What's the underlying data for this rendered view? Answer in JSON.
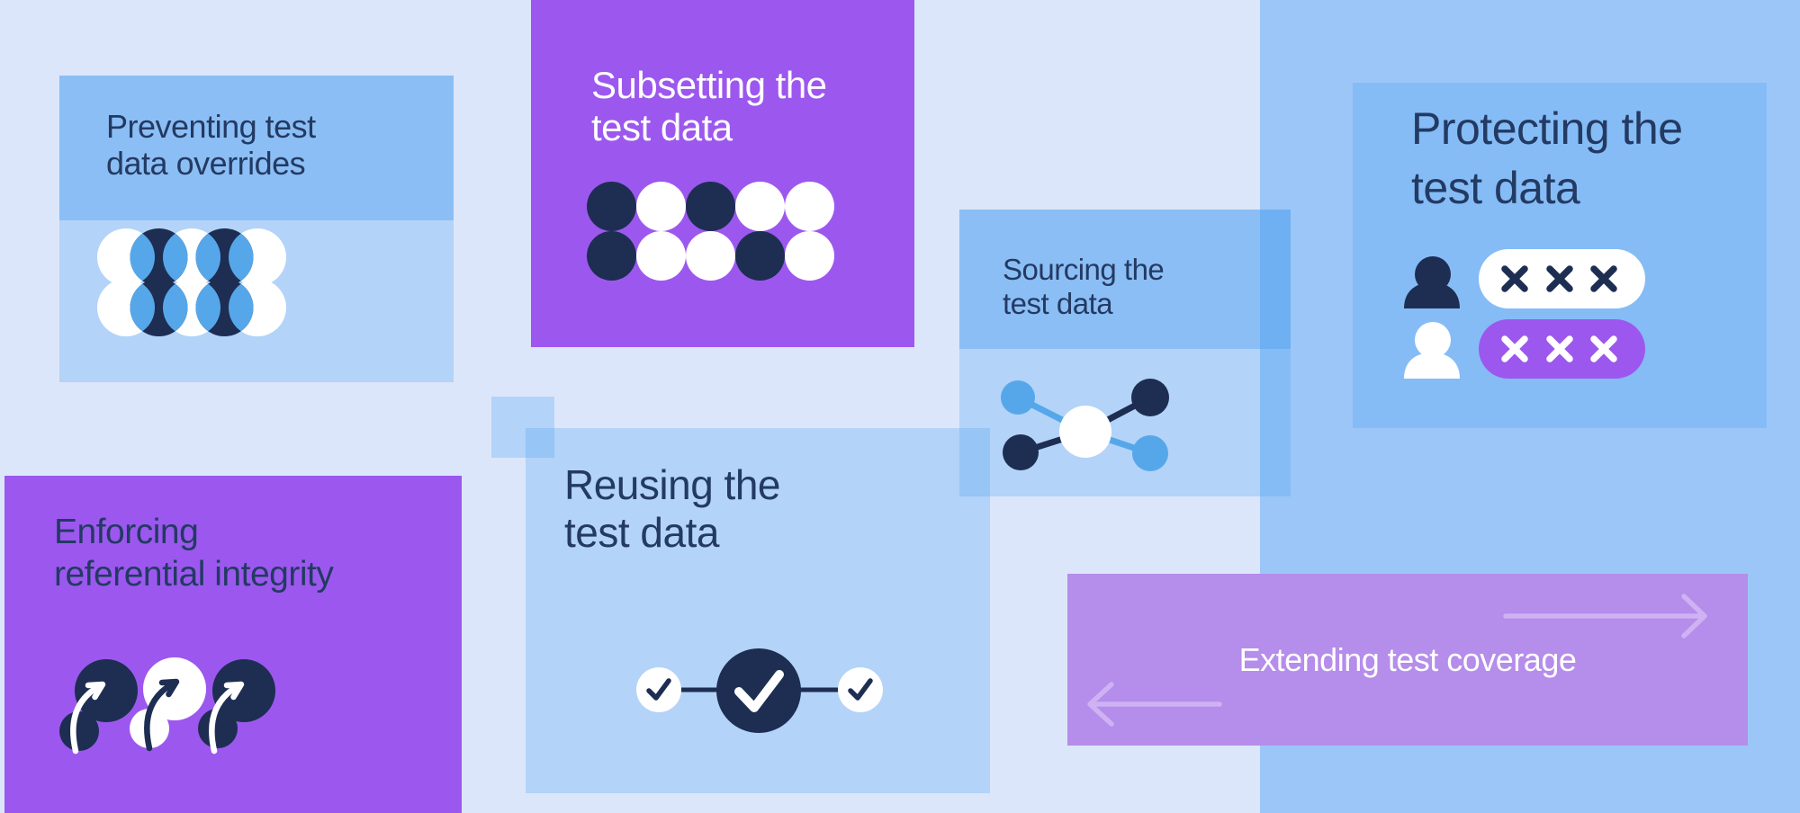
{
  "infographic": {
    "cards": {
      "preventing": {
        "title_line1": "Preventing test",
        "title_line2": "data overrides",
        "icon": "overlapping-circles-icon"
      },
      "subsetting": {
        "title_line1": "Subsetting the",
        "title_line2": "test data",
        "icon": "dot-matrix-icon"
      },
      "sourcing": {
        "title_line1": "Sourcing the",
        "title_line2": "test data",
        "icon": "network-nodes-icon"
      },
      "protecting": {
        "title_line1": "Protecting the",
        "title_line2": "test data",
        "icon": "masked-passwords-icon"
      },
      "enforcing": {
        "title_line1": "Enforcing",
        "title_line2": "referential integrity",
        "icon": "circle-pair-arrows-icon"
      },
      "reusing": {
        "title_line1": "Reusing the",
        "title_line2": "test data",
        "icon": "checkpoint-flow-icon"
      },
      "extending": {
        "label": "Extending test coverage",
        "icon_right": "right-arrow-icon",
        "icon_left": "left-arrow-icon"
      }
    },
    "colors": {
      "background": "#dce6fb",
      "column_blue": "#9cc6f8",
      "overlay_blue": "#4da0f0",
      "purple": "#9c58ee",
      "light_purple": "#b58dea",
      "arrow_lavender": "#cfb2f3",
      "navy": "#1d2e52",
      "title_navy": "#233a63",
      "accent_blue": "#56a7ea",
      "white": "#ffffff"
    }
  }
}
